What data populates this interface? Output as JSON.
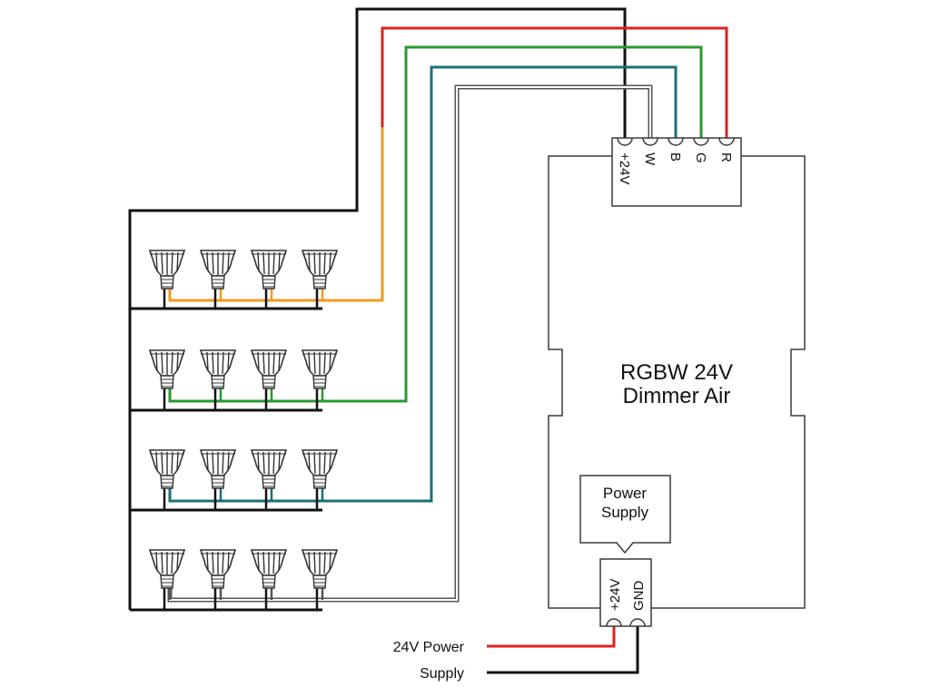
{
  "device": {
    "title_line1": "RGBW 24V",
    "title_line2": "Dimmer Air"
  },
  "output_terminals": [
    {
      "id": "v24",
      "label": "+24V",
      "wire_color": "#111111"
    },
    {
      "id": "w",
      "label": "W",
      "wire_color": "#ffffff"
    },
    {
      "id": "b",
      "label": "B",
      "wire_color": "#1a6f7a"
    },
    {
      "id": "g",
      "label": "G",
      "wire_color": "#2a9a2f"
    },
    {
      "id": "r",
      "label": "R",
      "wire_color": "#e02020"
    }
  ],
  "power_supply": {
    "label_line1": "Power",
    "label_line2": "Supply"
  },
  "input_terminals": [
    {
      "id": "in_v24",
      "label": "+24V",
      "wire_color": "#e02020"
    },
    {
      "id": "in_gnd",
      "label": "GND",
      "wire_color": "#111111"
    }
  ],
  "supply_caption": {
    "line1": "24V Power",
    "line2": "Supply"
  },
  "lamp_rows": [
    {
      "channel": "R",
      "wire_color": "#f39a1e",
      "lamp_count": 4
    },
    {
      "channel": "G",
      "wire_color": "#2a9a2f",
      "lamp_count": 4
    },
    {
      "channel": "B",
      "wire_color": "#1a6f7a",
      "lamp_count": 4
    },
    {
      "channel": "W",
      "wire_color": "#ffffff",
      "lamp_count": 4
    }
  ],
  "colors": {
    "outline": "#3a3a3a",
    "common_wire": "#111111",
    "red": "#e02020",
    "orange": "#f39a1e",
    "green": "#2a9a2f",
    "teal": "#1a6f7a",
    "white_wire_outline": "#555555"
  }
}
